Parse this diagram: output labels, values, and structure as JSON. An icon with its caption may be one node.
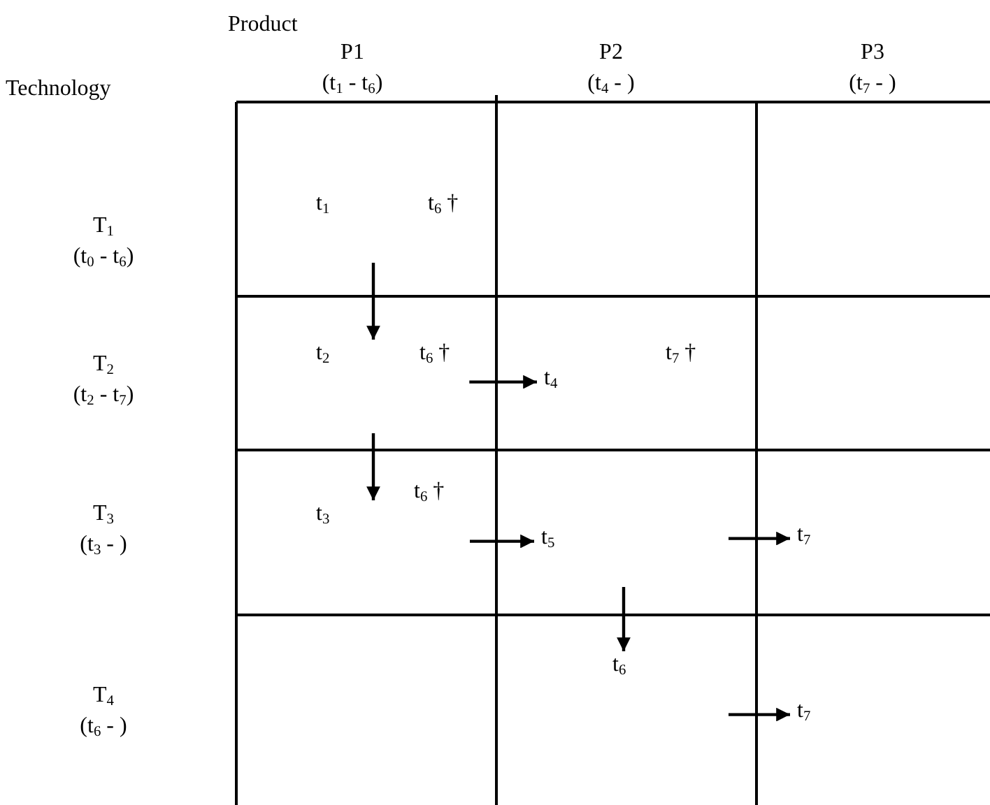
{
  "diagram": {
    "nodes": [
      {
        "text": [
          "t$_{1}$"
        ]
      },
      {
        "text": [
          "t$_{6}$ †"
        ]
      },
      {
        "text": [
          "t$_{2}$"
        ]
      },
      {
        "text": [
          "t$_{6}$ †"
        ]
      },
      {
        "text": [
          "t$_{4}$"
        ]
      },
      {
        "text": [
          "t$_{7}$ †"
        ]
      },
      {
        "text": [
          "t$_{3}$"
        ]
      },
      {
        "text": [
          "t$_{6}$ †"
        ]
      },
      {
        "text": [
          "t$_{5}$"
        ]
      },
      {
        "text": [
          "t$_{7}$"
        ]
      },
      {
        "text": [
          "t$_{6}$"
        ]
      },
      {
        "text": [
          "t$_{7}$"
        ]
      }
    ],
    "edges": [
      {
        "from": null,
        "to": 2,
        "arrow": "to"
      },
      {
        "from": 3,
        "to": 4,
        "arrow": "to"
      },
      {
        "from": null,
        "to": 6,
        "arrow": "to"
      },
      {
        "from": null,
        "to": 8,
        "arrow": "to"
      },
      {
        "from": null,
        "to": 9,
        "arrow": "to"
      },
      {
        "from": null,
        "to": 10,
        "arrow": "to"
      },
      {
        "from": null,
        "to": 11,
        "arrow": "to"
      }
    ],
    "labels": [
      "Product",
      "P1",
      "P2",
      "P3",
      "Technology",
      "(t$_{1}$ - t$_{6}$)",
      "(t$_{4}$ - )",
      "(t$_{7}$ - )",
      "T$_{1}$",
      "(t$_{0}$ - t$_{6}$)",
      "T$_{2}$",
      "(t$_{2}$ - t$_{7}$)",
      "T$_{3}$",
      "(t$_{3}$ - )",
      "T$_{4}$",
      "(t$_{6}$ - )"
    ]
  }
}
